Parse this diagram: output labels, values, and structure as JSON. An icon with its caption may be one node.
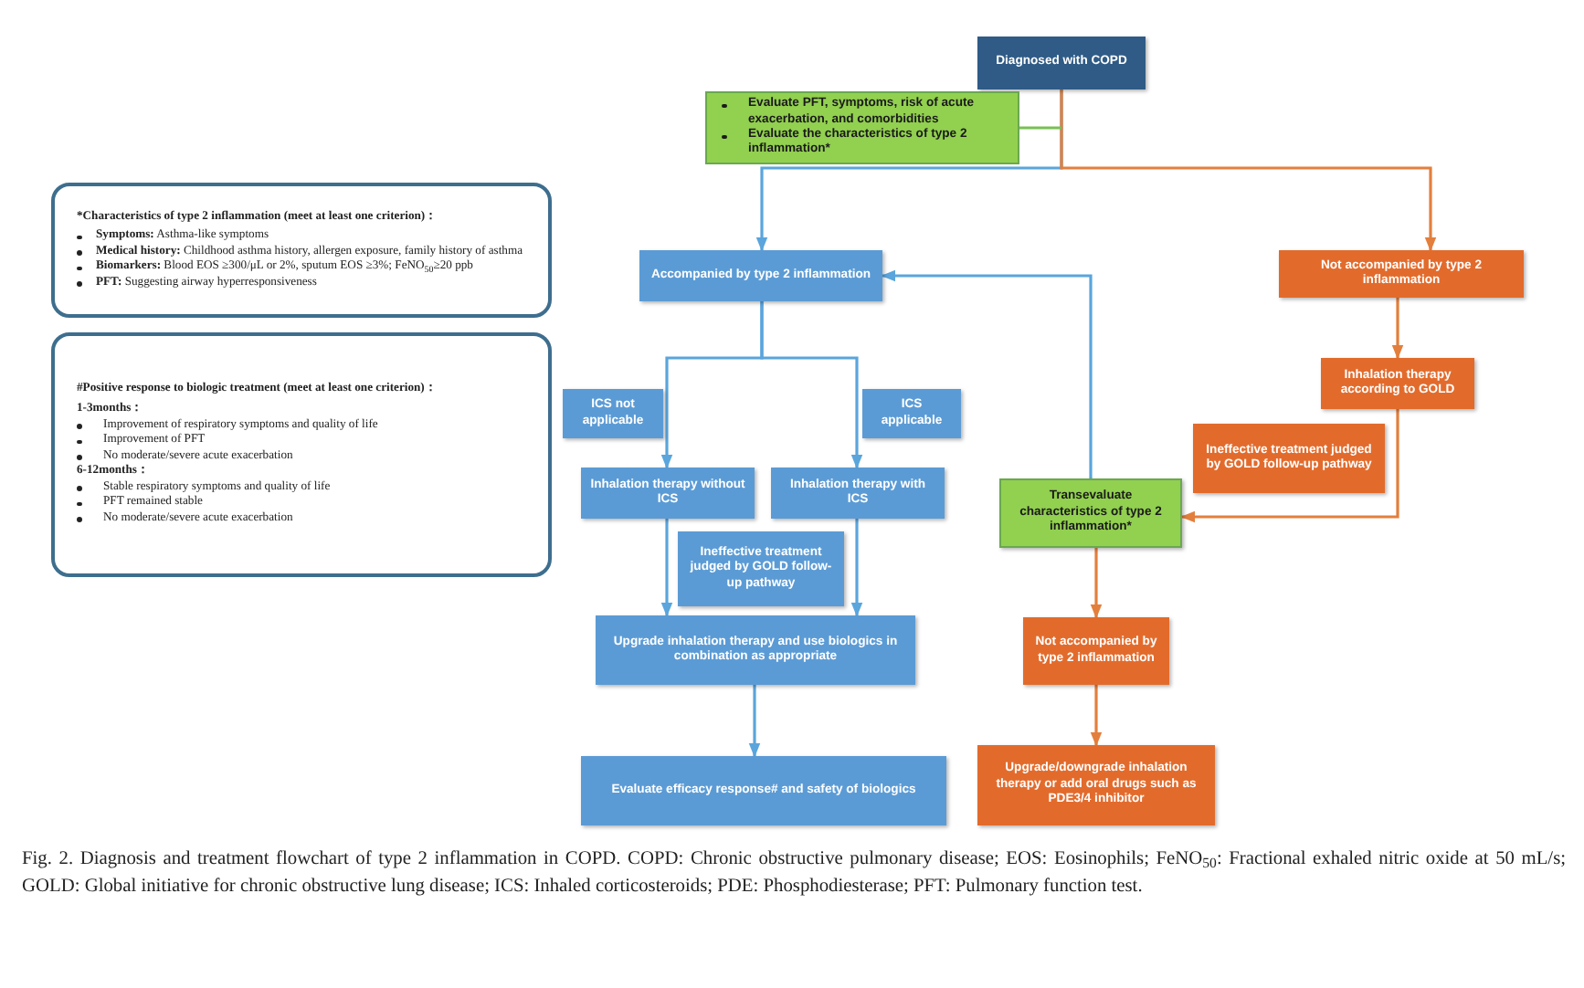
{
  "diagram": {
    "caption": "Fig. 2. Diagnosis and treatment flowchart of type 2 inflammation in COPD. COPD: Chronic obstructive pulmonary disease; EOS: Eosinophils; FeNO$_{50}$: Fractional exhaled nitric oxide at 50 mL/s; GOLD: Global initiative for chronic obstructive lung disease; ICS: Inhaled corticosteroids; PDE: Phosphodiesterase; PFT: Pulmonary function test.",
    "nodes": [
      {
        "text": [
          "Diagnosed with COPD"
        ]
      },
      {
        "text": [
          "Evaluate PFT, symptoms, risk of acute exacerbation, and comorbidities",
          "Evaluate the characteristics of type 2 inflammation*"
        ]
      },
      {
        "text": [
          "*Characteristics of type 2 inflammation (meet at least one criterion)：",
          "**Symptoms:** Asthma-like symptoms",
          "**Medical history:** Childhood asthma history, allergen exposure, family history of asthma",
          "**Biomarkers:** Blood EOS ≥300/μL or 2%, sputum EOS ≥3%; FeNO$_{50}$≥20 ppb",
          "**PFT:** Suggesting airway hyperresponsiveness"
        ]
      },
      {
        "text": [
          "#Positive response to biologic treatment (meet at least one criterion)：",
          "1-3months：",
          "Improvement of respiratory symptoms and quality of life",
          "Improvement of PFT",
          "No moderate/severe acute exacerbation",
          "6-12months：",
          "Stable respiratory symptoms and quality of life",
          "PFT remained stable",
          "No moderate/severe acute exacerbation"
        ]
      },
      {
        "text": [
          "Accompanied by type 2 inflammation"
        ]
      },
      {
        "text": [
          "Not accompanied by type 2 inflammation"
        ]
      },
      {
        "text": [
          "ICS not applicable"
        ]
      },
      {
        "text": [
          "ICS applicable"
        ]
      },
      {
        "text": [
          "Inhalation therapy without ICS"
        ]
      },
      {
        "text": [
          "Inhalation therapy with ICS"
        ]
      },
      {
        "text": [
          "Ineffective treatment judged by GOLD follow-up pathway"
        ]
      },
      {
        "text": [
          "Upgrade inhalation therapy and use biologics in combination as appropriate"
        ]
      },
      {
        "text": [
          "Evaluate efficacy response# and safety of biologics"
        ]
      },
      {
        "text": [
          "Inhalation therapy according to GOLD"
        ]
      },
      {
        "text": [
          "Ineffective treatment judged by GOLD follow-up pathway"
        ]
      },
      {
        "text": [
          "Transevaluate characteristics of type 2 inflammation*"
        ]
      },
      {
        "text": [
          "Not accompanied by type 2 inflammation"
        ]
      },
      {
        "text": [
          "Upgrade/downgrade inhalation therapy or add oral drugs such as PDE3/4 inhibitor"
        ]
      }
    ],
    "edges": [
      {
        "from": 0,
        "to": 4,
        "arrow": "to"
      },
      {
        "from": 0,
        "to": 5,
        "arrow": "to",
        "color": "#e37f3c"
      },
      {
        "from": 1,
        "to": null,
        "arrow": "none",
        "color": "#79bf55"
      },
      {
        "from": 4,
        "to": 8,
        "arrow": "to"
      },
      {
        "from": 4,
        "to": 9,
        "arrow": "to"
      },
      {
        "from": 8,
        "to": 11,
        "arrow": "to"
      },
      {
        "from": 9,
        "to": 11,
        "arrow": "to"
      },
      {
        "from": 11,
        "to": 12,
        "arrow": "to"
      },
      {
        "from": 5,
        "to": 13,
        "arrow": "to",
        "color": "#e37f3c"
      },
      {
        "from": 13,
        "to": 15,
        "arrow": "to",
        "color": "#e37f3c"
      },
      {
        "from": 15,
        "to": 4,
        "arrow": "to"
      },
      {
        "from": 15,
        "to": 16,
        "arrow": "to",
        "color": "#e37f3c"
      },
      {
        "from": 16,
        "to": 17,
        "arrow": "to",
        "color": "#e37f3c"
      }
    ]
  }
}
